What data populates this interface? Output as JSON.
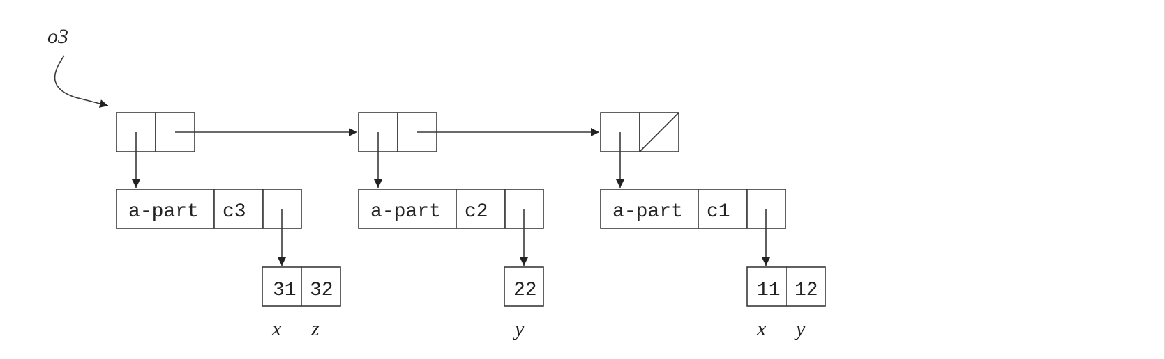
{
  "pointer_label": "o3",
  "nodes": [
    {
      "car": "a-part",
      "tag": "c3",
      "values": [
        "31",
        "32"
      ],
      "names": [
        "x",
        "z"
      ]
    },
    {
      "car": "a-part",
      "tag": "c2",
      "values": [
        "22"
      ],
      "names": [
        "y"
      ]
    },
    {
      "car": "a-part",
      "tag": "c1",
      "values": [
        "11",
        "12"
      ],
      "names": [
        "x",
        "y"
      ]
    }
  ],
  "colors": {
    "stroke": "#3a3a3a",
    "text": "#222222",
    "background": "#ffffff"
  }
}
